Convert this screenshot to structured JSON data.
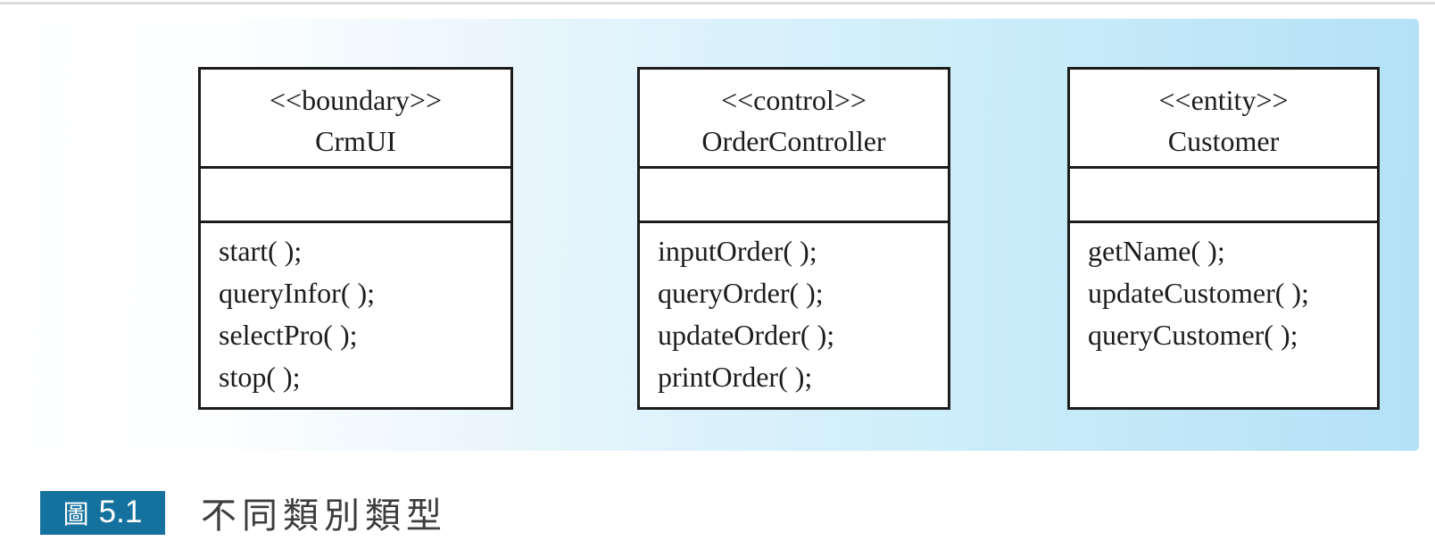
{
  "page": {
    "top_rule_color": "#d9dbdd",
    "background": "#ffffff"
  },
  "panel": {
    "gradient_left_color": "#ffffff",
    "gradient_mid_color": "#dff2fa",
    "gradient_right_color": "#b4e1f6"
  },
  "classes": [
    {
      "stereotype": "<<boundary>>",
      "name": "CrmUI",
      "attributes": "",
      "methods": [
        "start( );",
        "queryInfor( );",
        "selectPro( );",
        "stop( );"
      ]
    },
    {
      "stereotype": "<<control>>",
      "name": "OrderController",
      "attributes": "",
      "methods": [
        "inputOrder( );",
        "queryOrder( );",
        "updateOrder( );",
        "printOrder( );"
      ]
    },
    {
      "stereotype": "<<entity>>",
      "name": "Customer",
      "attributes": "",
      "methods": [
        "getName( );",
        "updateCustomer( );",
        "queryCustomer( );"
      ]
    }
  ],
  "caption": {
    "badge_prefix": "圖",
    "badge_number": "5.1",
    "badge_color": "#15719d",
    "text": "不同類別類型"
  }
}
